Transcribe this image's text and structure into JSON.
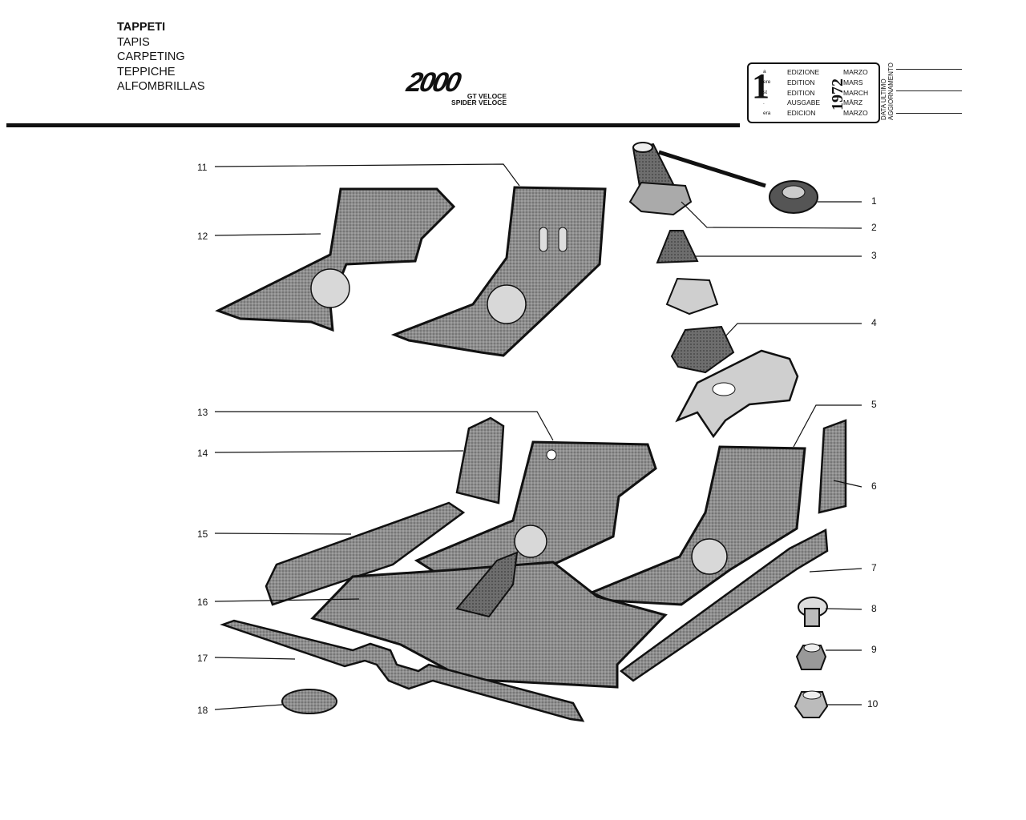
{
  "header": {
    "titles": [
      "TAPPETI",
      "TAPIS",
      "CARPETING",
      "TEPPICHE",
      "ALFOMBRILLAS"
    ],
    "logo": "2000",
    "model_lines": [
      "GT VELOCE",
      "SPIDER VELOCE"
    ]
  },
  "edition": {
    "number": "1",
    "ordinals": [
      "a",
      "ere",
      "st",
      ".",
      "era"
    ],
    "labels": [
      "EDIZIONE",
      "EDITION",
      "EDITION",
      "AUSGABE",
      "EDICION"
    ],
    "year": "1972",
    "months": [
      "MARZO",
      "MARS",
      "MARCH",
      "MÄRZ",
      "MARZO"
    ],
    "update_label": [
      "DATA ULTIMO",
      "AGGIORNAMENTO"
    ]
  },
  "callouts": {
    "left": [
      "11",
      "12",
      "13",
      "14",
      "15",
      "16",
      "17",
      "18"
    ],
    "right": [
      "1",
      "2",
      "3",
      "4",
      "5",
      "6",
      "7",
      "8",
      "9",
      "10"
    ]
  }
}
